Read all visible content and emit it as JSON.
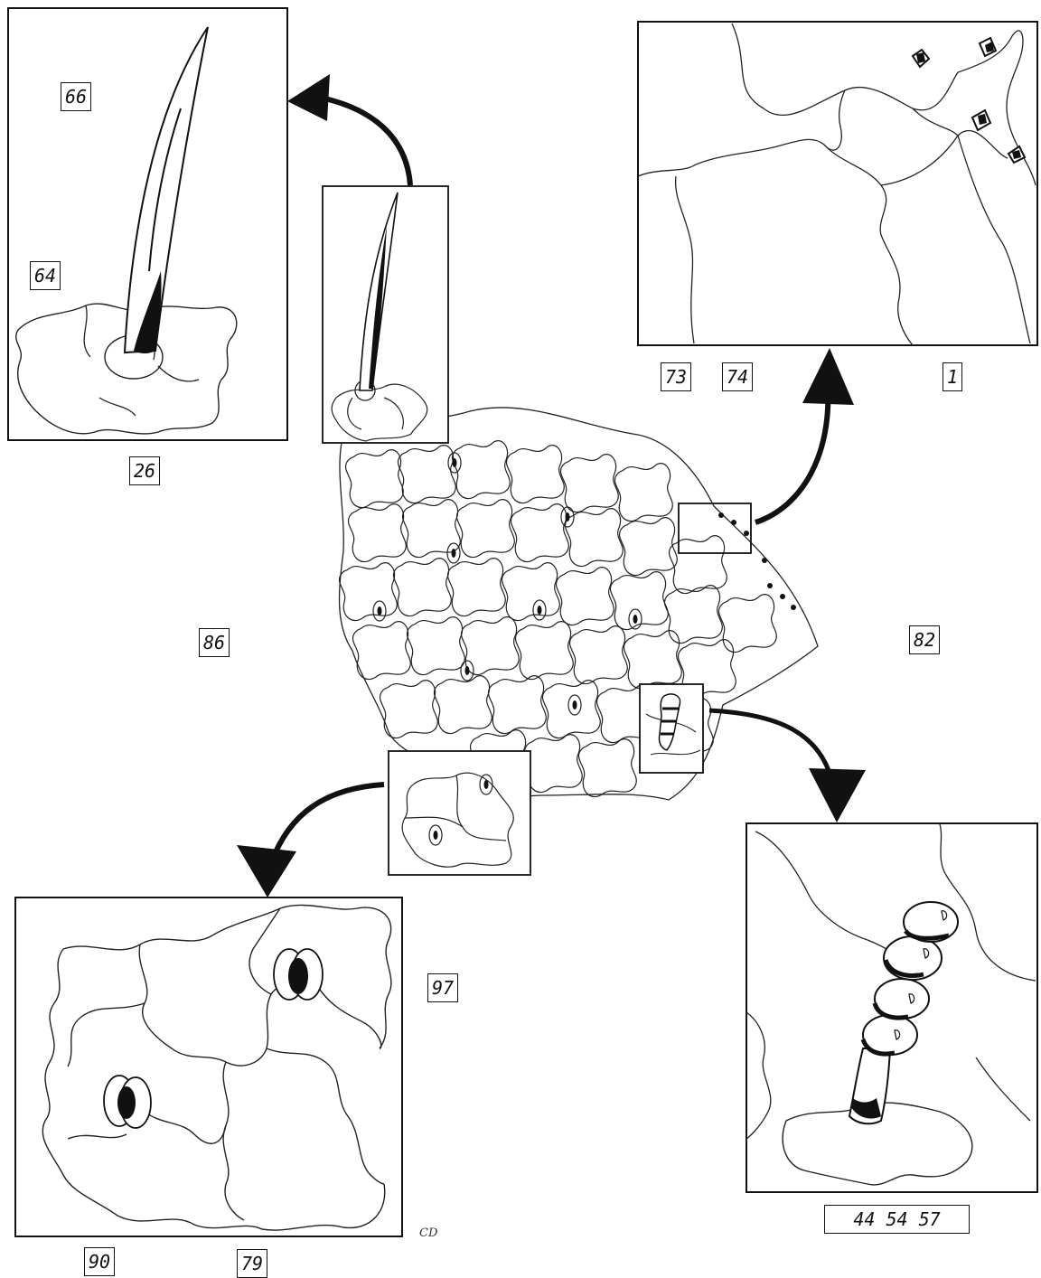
{
  "labels": {
    "l66": "66",
    "l64": "64",
    "l26": "26",
    "l73": "73",
    "l74": "74",
    "l1": "1",
    "l86": "86",
    "l82": "82",
    "l97": "97",
    "l90": "90",
    "l79": "79",
    "l44": "44 54 57"
  },
  "signature": "CD"
}
